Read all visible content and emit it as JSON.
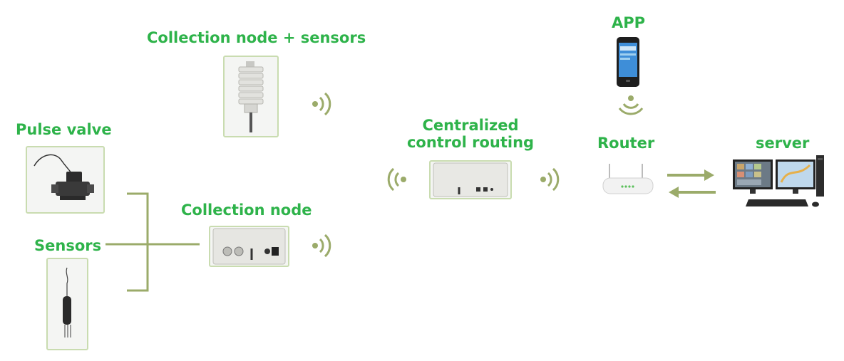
{
  "labels": {
    "collection_node_sensors": "Collection node + sensors",
    "pulse_valve": "Pulse valve",
    "collection_node": "Collection node",
    "sensors": "Sensors",
    "centralized_line1": "Centralized",
    "centralized_line2": "control routing",
    "app": "APP",
    "router": "Router",
    "server": "server"
  },
  "colors": {
    "label_green": "#2eb34a",
    "connector_olive": "#9bab6a",
    "card_border": "#c9dcb0"
  },
  "icons": [
    "wireless-signal-icon",
    "phone-icon",
    "router-icon",
    "server-workstation-icon",
    "bidirectional-arrows-icon"
  ]
}
